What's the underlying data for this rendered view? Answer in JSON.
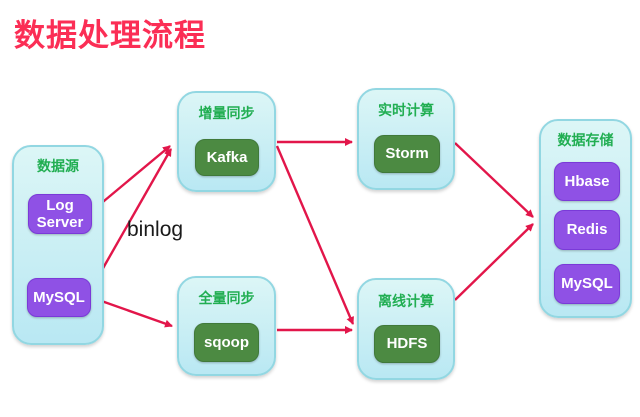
{
  "title": "数据处理流程",
  "binlog_label": "binlog",
  "groups": {
    "data_source": {
      "label": "数据源",
      "items": [
        "Log Server",
        "MySQL"
      ]
    },
    "incremental_sync": {
      "label": "增量同步",
      "items": [
        "Kafka"
      ]
    },
    "full_sync": {
      "label": "全量同步",
      "items": [
        "sqoop"
      ]
    },
    "realtime_compute": {
      "label": "实时计算",
      "items": [
        "Storm"
      ]
    },
    "offline_compute": {
      "label": "离线计算",
      "items": [
        "HDFS"
      ]
    },
    "data_storage": {
      "label": "数据存储",
      "items": [
        "Hbase",
        "Redis",
        "MySQL"
      ]
    }
  },
  "colors": {
    "title": "#FB2E55",
    "arrow": "#E2164A",
    "group_label": "#21AE52",
    "group_fill_top": "#DCF6F6",
    "group_fill_bottom": "#B9E8F3",
    "group_border": "#92D7E2",
    "green_node_fill": "#4C8A42",
    "green_node_border": "#40793A",
    "purple_node_fill": "#8F51E5",
    "purple_node_border": "#7A3AD8",
    "node_text": "#FFFFFF",
    "binlog_text": "#1A1A1A",
    "background": "#FFFFFF"
  }
}
